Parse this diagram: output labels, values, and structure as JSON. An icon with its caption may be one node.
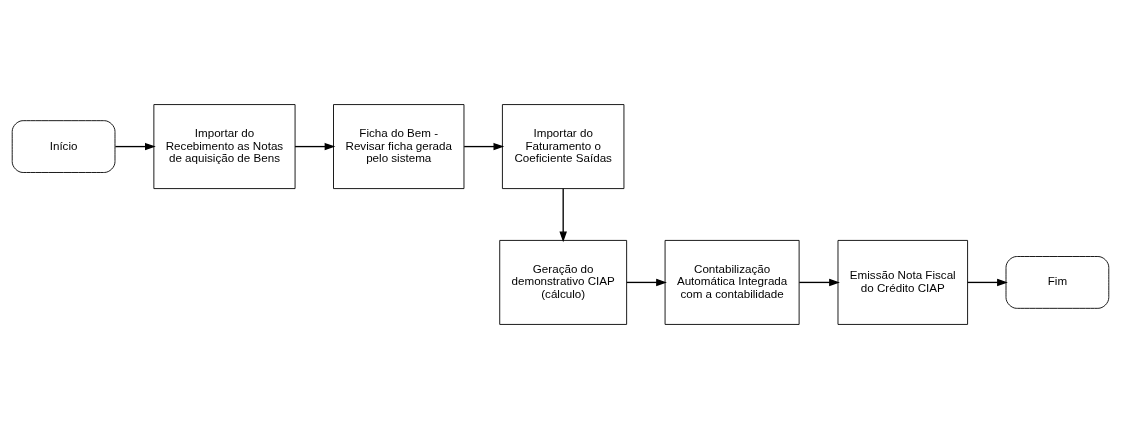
{
  "diagram": {
    "nodes": [
      {
        "text": [
          "Início"
        ]
      },
      {
        "text": [
          "Importar do Recebimento as Notas de aquisição de Bens"
        ]
      },
      {
        "text": [
          "Ficha do Bem - Revisar ficha gerada pelo sistema"
        ]
      },
      {
        "text": [
          "Importar do Faturamento o Coeficiente Saídas"
        ]
      },
      {
        "text": [
          "Geração do demonstrativo CIAP (cálculo)"
        ]
      },
      {
        "text": [
          "Contabilização Automática Integrada com a contabilidade"
        ]
      },
      {
        "text": [
          "Emissão Nota Fiscal do Crédito CIAP"
        ]
      },
      {
        "text": [
          "Fim"
        ]
      }
    ],
    "edges": [
      {
        "from": 0,
        "to": 1,
        "arrow": "to"
      },
      {
        "from": 1,
        "to": 2,
        "arrow": "to"
      },
      {
        "from": 2,
        "to": 3,
        "arrow": "to"
      },
      {
        "from": 3,
        "to": 4,
        "arrow": "to"
      },
      {
        "from": 4,
        "to": 5,
        "arrow": "to"
      },
      {
        "from": 5,
        "to": 6,
        "arrow": "to"
      },
      {
        "from": 6,
        "to": 7,
        "arrow": "to"
      }
    ]
  }
}
